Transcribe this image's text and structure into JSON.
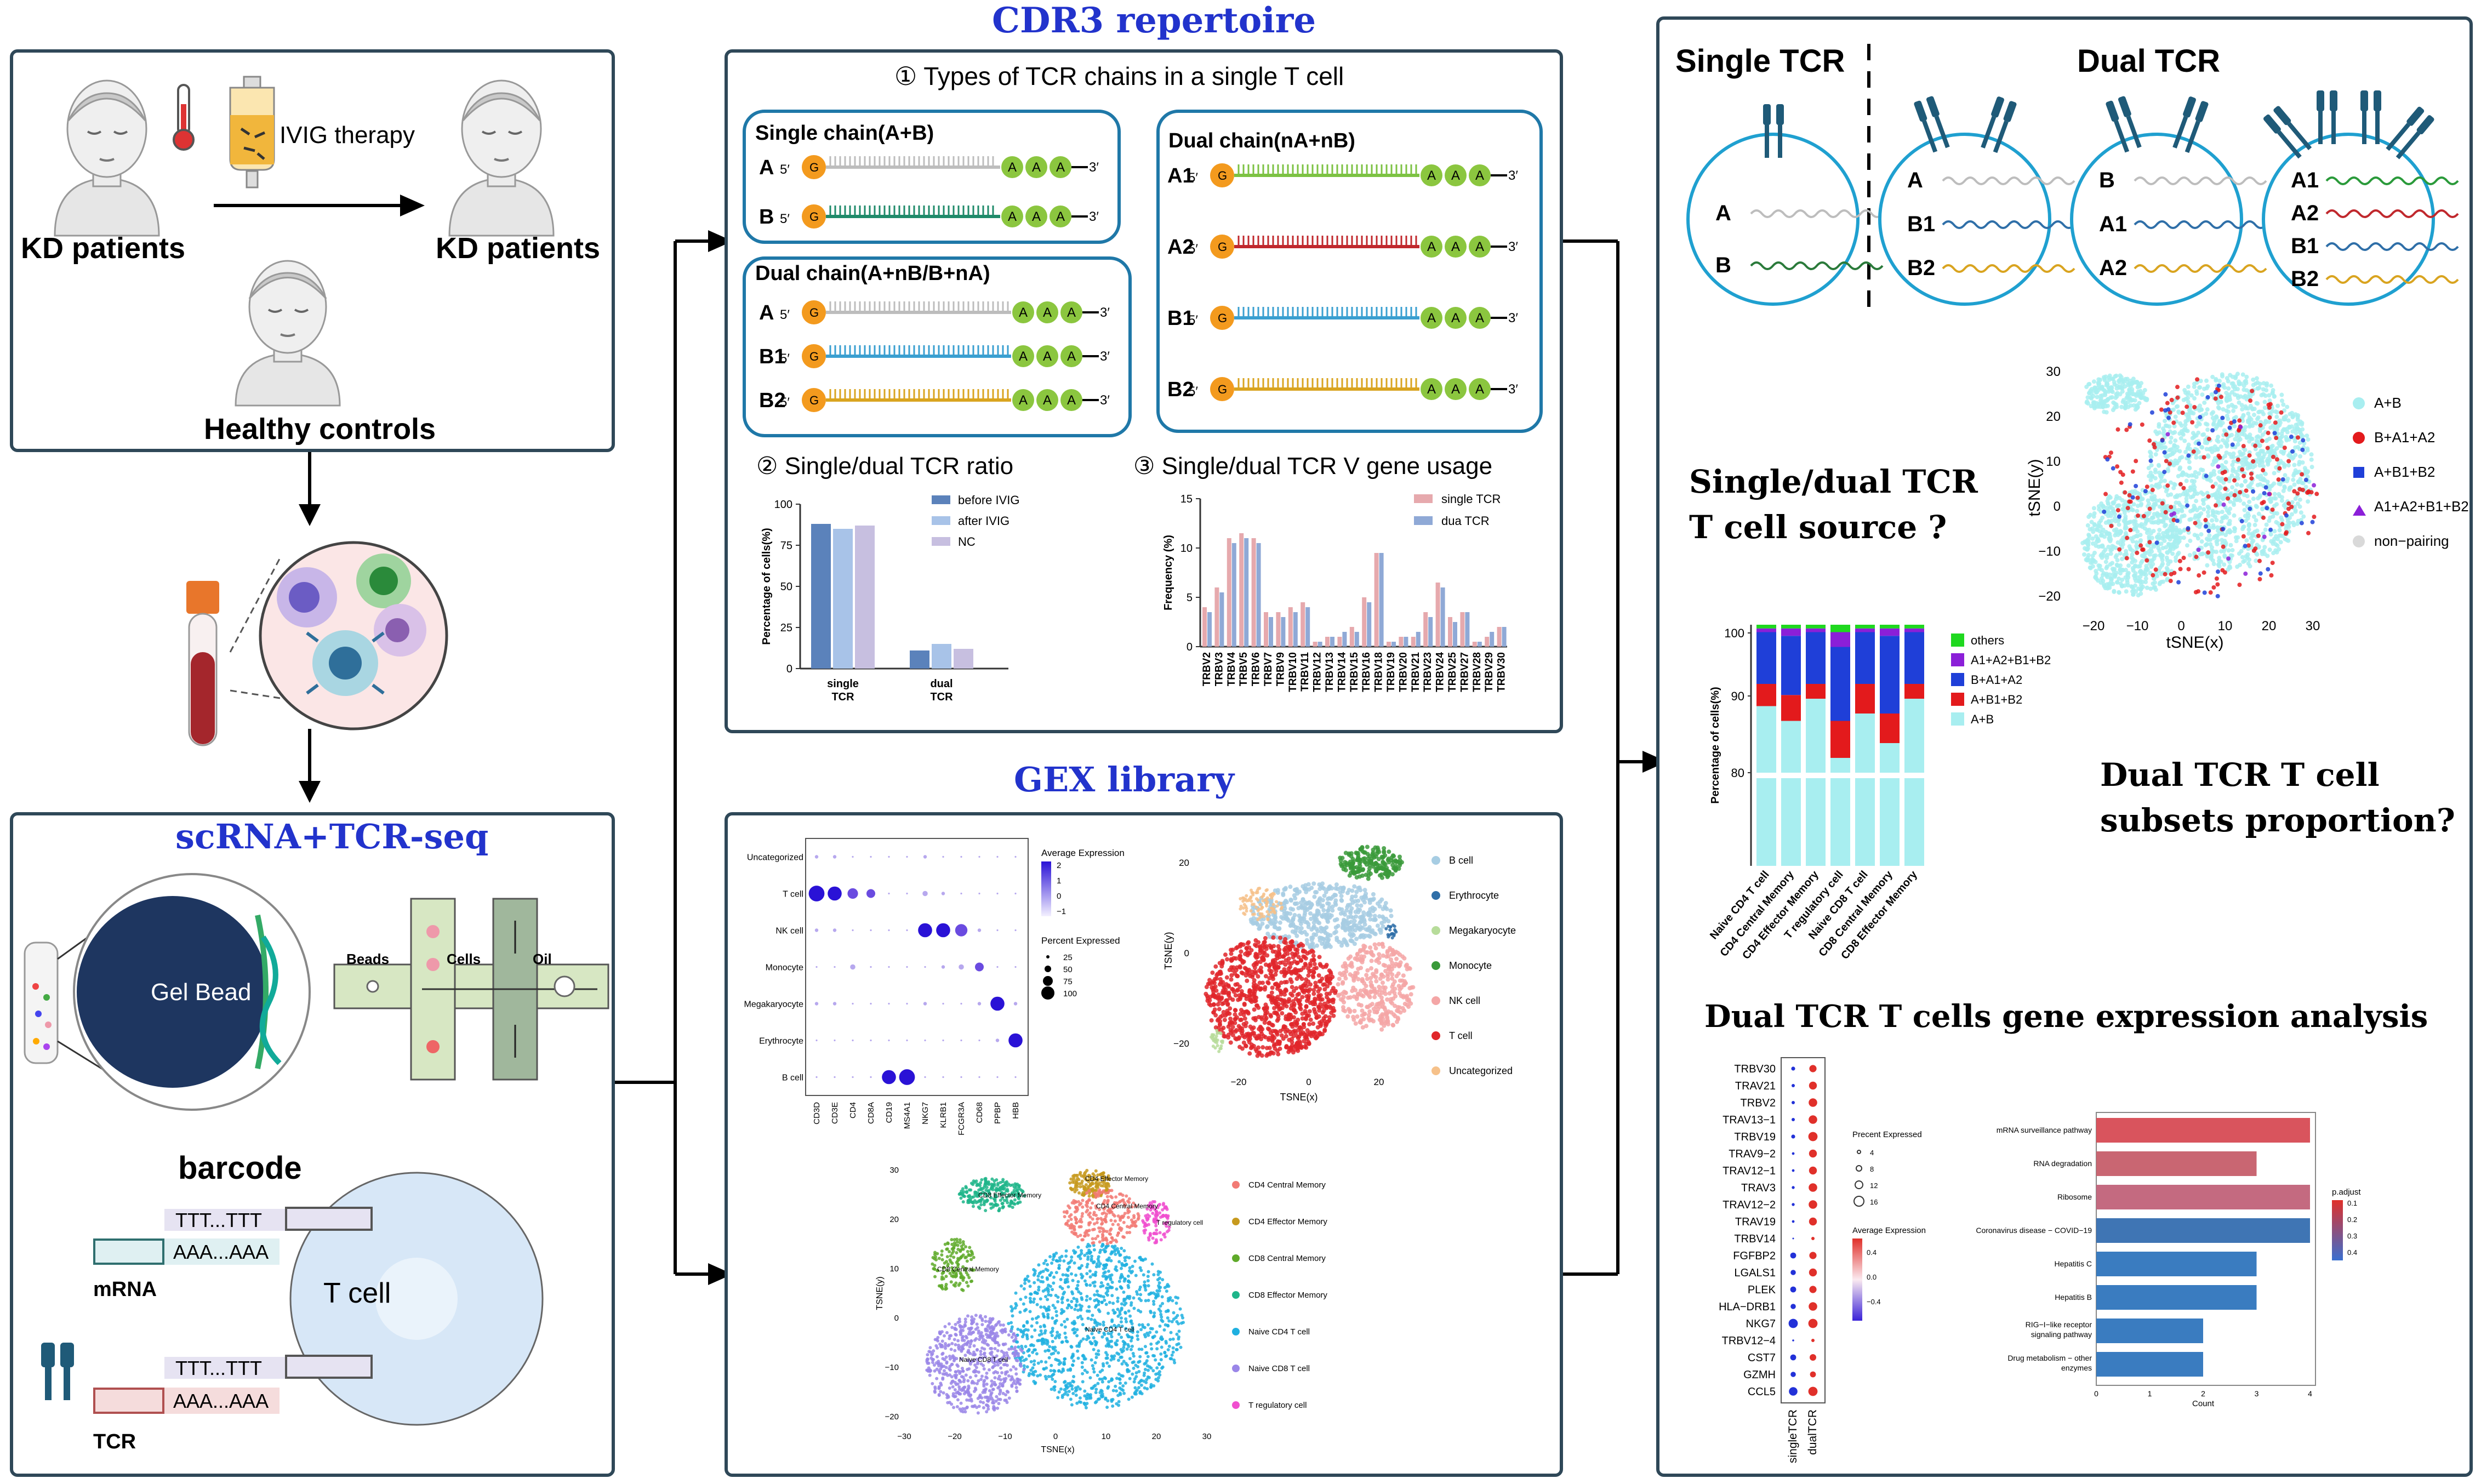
{
  "left": {
    "kd_patients_left": "KD patients",
    "kd_patients_right": "KD patients",
    "ivig": "IVIG therapy",
    "healthy": "Healthy controls",
    "scrna_title": "scRNA+TCR-seq",
    "gel_bead": "Gel Bead",
    "beads": "Beads",
    "cells": "Cells",
    "oil": "Oil",
    "barcode": "barcode",
    "ttt1": "TTT...TTT",
    "aaa1": "AAA...AAA",
    "mrna": "mRNA",
    "ttt2": "TTT...TTT",
    "aaa2": "AAA...AAA",
    "tcr": "TCR",
    "tcell": "T cell"
  },
  "cdr3": {
    "title": "CDR3 repertoire",
    "sub1": "① Types of TCR chains in a single T cell",
    "single_chain": "Single chain(A+B)",
    "dual_chain_a": "Dual chain(A+nB/B+nA)",
    "dual_chain_n": "Dual chain(nA+nB)",
    "chain_labels_single": [
      "A",
      "B"
    ],
    "chain_labels_dual": [
      "A",
      "B1",
      "B2"
    ],
    "chain_labels_n": [
      "A1",
      "A2",
      "B1",
      "B2"
    ],
    "five": "5′",
    "three": "3′",
    "g": "G",
    "a": "A",
    "sub2": "② Single/dual TCR ratio",
    "sub3": "③ Single/dual TCR V gene usage"
  },
  "gex": {
    "title": "GEX library"
  },
  "right": {
    "single_tcr": "Single TCR",
    "dual_tcr": "Dual TCR",
    "cell1": [
      "A",
      "B"
    ],
    "cell2": [
      "A",
      "B1",
      "B2"
    ],
    "cell3": [
      "B",
      "A1",
      "A2"
    ],
    "cell4": [
      "A1",
      "A2",
      "B1",
      "B2"
    ],
    "q1a": "Single/dual TCR",
    "q1b": "T cell source ?",
    "q2a": "Dual TCR T cell",
    "q2b": "subsets proportion?",
    "q3": "Dual TCR T cells gene expression analysis"
  },
  "chart_data": [
    {
      "type": "bar",
      "ylabel": "Percentage of cells(%)",
      "categories": [
        "single TCR",
        "dual TCR"
      ],
      "series": [
        {
          "name": "before IVIG",
          "values": [
            88,
            11
          ]
        },
        {
          "name": "after IVIG",
          "values": [
            85,
            15
          ]
        },
        {
          "name": "NC",
          "values": [
            87,
            12
          ]
        }
      ],
      "ylim": [
        0,
        100
      ],
      "yticks": [
        "0",
        "25",
        "50",
        "75",
        "100"
      ],
      "colors": [
        "#5b82bb",
        "#a8c3e8",
        "#c7bfe0"
      ]
    },
    {
      "type": "bar",
      "ylabel": "Frequency (%)",
      "categories": [
        "TRBV2",
        "TRBV3",
        "TRBV4",
        "TRBV5",
        "TRBV6",
        "TRBV7",
        "TRBV9",
        "TRBV10",
        "TRBV11",
        "TRBV12",
        "TRBV13",
        "TRBV14",
        "TRBV15",
        "TRBV16",
        "TRBV18",
        "TRBV19",
        "TRBV20",
        "TRBV21",
        "TRBV23",
        "TRBV24",
        "TRBV25",
        "TRBV27",
        "TRBV28",
        "TRBV29",
        "TRBV30"
      ],
      "series": [
        {
          "name": "single TCR",
          "values": [
            4,
            6,
            11,
            11.5,
            11,
            3.5,
            3.5,
            4,
            4.5,
            0.5,
            1,
            1,
            2,
            5,
            9.5,
            0.5,
            1,
            1,
            3.5,
            6.5,
            3,
            3.5,
            0.5,
            1,
            2
          ]
        },
        {
          "name": "dua TCR",
          "values": [
            3.5,
            5.5,
            10.5,
            11,
            10.5,
            3,
            3,
            3.5,
            4,
            0.5,
            1,
            1.5,
            1.5,
            4.5,
            9.5,
            0.5,
            1,
            1.5,
            3,
            6,
            2.5,
            3.5,
            0.5,
            1.5,
            2
          ]
        }
      ],
      "ylim": [
        0,
        15
      ],
      "yticks": [
        "0",
        "5",
        "10",
        "15"
      ],
      "colors": [
        "#e6a9ad",
        "#8fa9d6"
      ]
    },
    {
      "type": "scatter",
      "title": "dot plot",
      "rows": [
        "Uncategorized",
        "T cell",
        "NK cell",
        "Monocyte",
        "Megakaryocyte",
        "Erythrocyte",
        "B cell"
      ],
      "columns": [
        "CD3D",
        "CD3E",
        "CD4",
        "CD8A",
        "CD19",
        "MS4A1",
        "NKG7",
        "KLRB1",
        "FCGR3A",
        "CD68",
        "PPBP",
        "HBB"
      ],
      "legend_title_expr": "Average Expression",
      "legend_expr_ticks": [
        "2",
        "1",
        "0",
        "−1"
      ],
      "legend_title_pct": "Percent Expressed",
      "legend_pct": [
        "25",
        "50",
        "75",
        "100"
      ]
    },
    {
      "type": "scatter",
      "xlabel": "TSNE(x)",
      "ylabel": "TSNE(y)",
      "xticks": [
        "−20",
        "0",
        "20"
      ],
      "yticks": [
        "20",
        "0",
        "−20"
      ],
      "series": [
        {
          "name": "B cell",
          "color": "#a7cde3"
        },
        {
          "name": "Erythrocyte",
          "color": "#2f6fa8"
        },
        {
          "name": "Megakaryocyte",
          "color": "#b7dc9a"
        },
        {
          "name": "Monocyte",
          "color": "#3a9a3a"
        },
        {
          "name": "NK cell",
          "color": "#f4a6a6"
        },
        {
          "name": "T cell",
          "color": "#e0262a"
        },
        {
          "name": "Uncategorized",
          "color": "#f6c18a"
        }
      ]
    },
    {
      "type": "scatter",
      "xlabel": "TSNE(x)",
      "ylabel": "TSNE(y)",
      "xticks": [
        "−30",
        "−20",
        "−10",
        "0",
        "10",
        "20",
        "30"
      ],
      "yticks": [
        "30",
        "20",
        "10",
        "0",
        "−10",
        "−20"
      ],
      "series": [
        {
          "name": "CD4 Central Memory",
          "color": "#f27a74"
        },
        {
          "name": "CD4 Effector Memory",
          "color": "#c79a1e"
        },
        {
          "name": "CD8 Central Memory",
          "color": "#5faa2a"
        },
        {
          "name": "CD8 Effector Memory",
          "color": "#1fb58a"
        },
        {
          "name": "Naive CD4 T cell",
          "color": "#1fb0e0"
        },
        {
          "name": "Naive CD8 T cell",
          "color": "#9a86e8"
        },
        {
          "name": "T regulatory cell",
          "color": "#f04fcf"
        }
      ],
      "cluster_labels": [
        "CD8 Effector Memory",
        "CD4 Effector Memory",
        "CD4 Central Memory",
        "T regulatory cell",
        "CD8 Central Memory",
        "Naive CD4 T cell",
        "Naive CD8 T cell"
      ]
    },
    {
      "type": "scatter",
      "xlabel": "tSNE(x)",
      "ylabel": "tSNE(y)",
      "xticks": [
        "−20",
        "−10",
        "0",
        "10",
        "20",
        "30"
      ],
      "yticks": [
        "30",
        "20",
        "10",
        "0",
        "−10",
        "−20"
      ],
      "series": [
        {
          "name": "A+B",
          "color": "#a8eef0"
        },
        {
          "name": "B+A1+A2",
          "color": "#e31a1c"
        },
        {
          "name": "A+B1+B2",
          "color": "#1f3fd8"
        },
        {
          "name": "A1+A2+B1+B2",
          "color": "#8b1fd8"
        },
        {
          "name": "non−pairing",
          "color": "#d9d9d9"
        }
      ]
    },
    {
      "type": "bar",
      "ylabel": "Percentage of cells(%)",
      "categories": [
        "Naive CD4 T cell",
        "CD4 Central Memory",
        "CD4 Effector Memory",
        "T regulatory cell",
        "Naive CD8 T cell",
        "CD8 Central Memory",
        "CD8 Effector Memory"
      ],
      "yticks": [
        "80",
        "90",
        "100"
      ],
      "ylim": [
        80,
        100
      ],
      "series": [
        {
          "name": "A+B",
          "values": [
            89,
            87,
            90,
            82,
            88,
            84,
            90
          ]
        },
        {
          "name": "A+B1+B2",
          "values": [
            3,
            3.5,
            2,
            5,
            4,
            4,
            2
          ]
        },
        {
          "name": "B+A1+A2",
          "values": [
            7,
            8,
            7,
            10,
            7,
            10.5,
            7
          ]
        },
        {
          "name": "A1+A2+B1+B2",
          "values": [
            0.5,
            1,
            0.5,
            2,
            0.5,
            1,
            0.5
          ]
        },
        {
          "name": "others",
          "values": [
            0.5,
            0.5,
            0.5,
            1,
            0.5,
            0.5,
            0.5
          ]
        }
      ],
      "colors": [
        "#a8eef0",
        "#e31a1c",
        "#1f3fd8",
        "#8b1fd8",
        "#1fd81f"
      ]
    },
    {
      "type": "scatter",
      "rows": [
        "TRBV30",
        "TRAV21",
        "TRBV2",
        "TRAV13−1",
        "TRBV19",
        "TRAV9−2",
        "TRAV12−1",
        "TRAV3",
        "TRAV12−2",
        "TRAV19",
        "TRBV14",
        "FGFBP2",
        "LGALS1",
        "PLEK",
        "HLA−DRB1",
        "NKG7",
        "TRBV12−4",
        "CST7",
        "GZMH",
        "CCL5"
      ],
      "columns": [
        "singleTCR",
        "dualTCR"
      ],
      "legend_title_pct": "Precent Expressed",
      "legend_pct": [
        "4",
        "8",
        "12",
        "16"
      ],
      "legend_title_expr": "Average Expression",
      "legend_expr_ticks": [
        "0.4",
        "0.0",
        "−0.4"
      ]
    },
    {
      "type": "bar",
      "xlabel": "Count",
      "categories": [
        "mRNA surveillance pathway",
        "RNA degradation",
        "Ribosome",
        "Coronavirus disease − COVID−19",
        "Hepatitis C",
        "Hepatitis B",
        "RIG−I−like receptor signaling pathway",
        "Drug metabolism − other enzymes"
      ],
      "values": [
        4,
        3,
        4,
        4,
        3,
        3,
        2,
        2
      ],
      "xticks": [
        "0",
        "1",
        "2",
        "3",
        "4"
      ],
      "legend_title": "p.adjust",
      "legend_ticks": [
        "0.1",
        "0.2",
        "0.3",
        "0.4"
      ],
      "colors": [
        "#d9545d",
        "#c96672",
        "#c46a80",
        "#3f75b4",
        "#3a7cc0",
        "#3a7cc0",
        "#3a7cc0",
        "#3a7cc0"
      ]
    }
  ]
}
